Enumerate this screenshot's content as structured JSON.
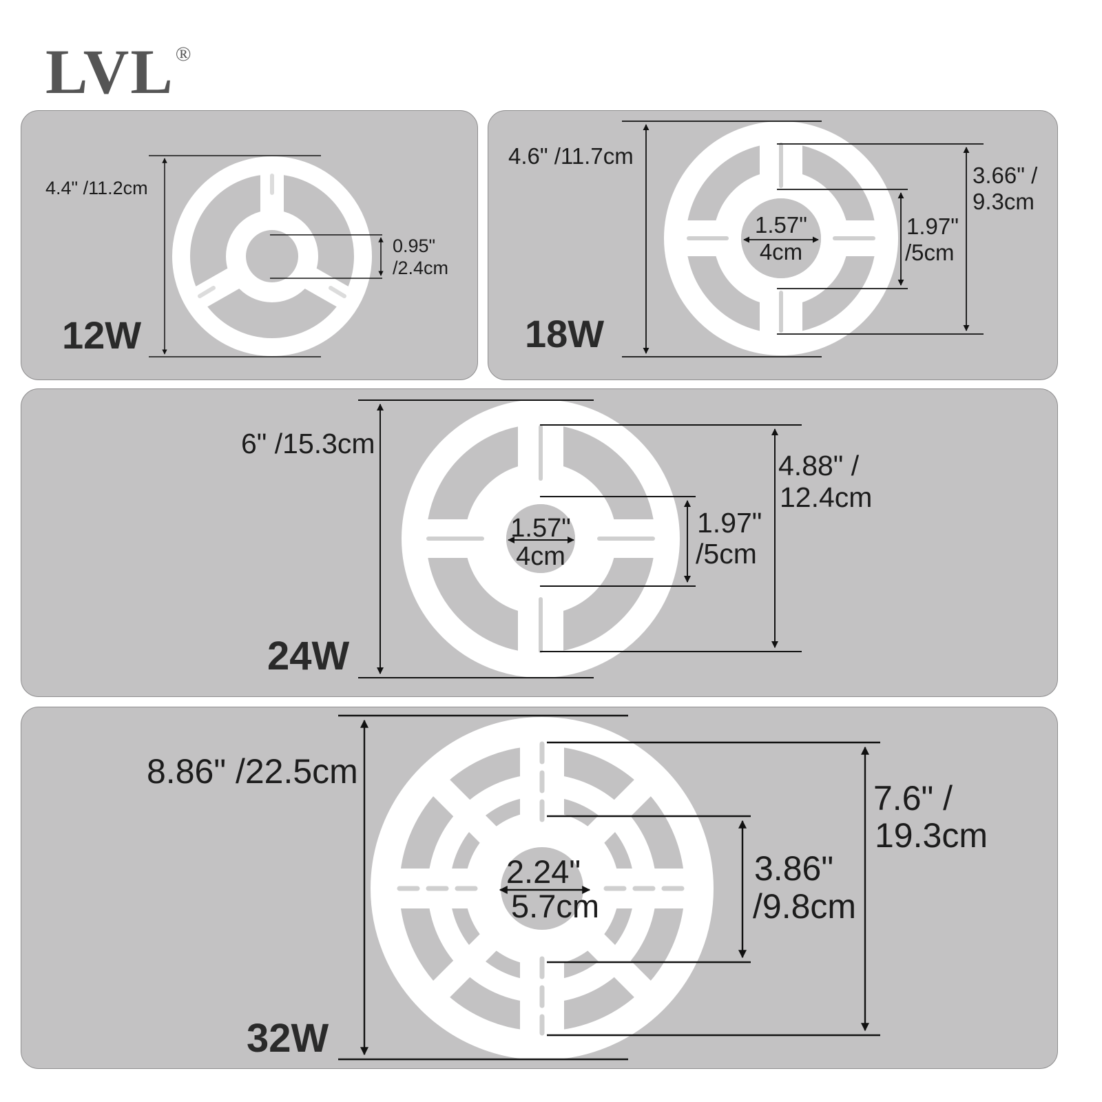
{
  "brand": {
    "logo_text": "LVL",
    "registered_mark": "®"
  },
  "panels": [
    {
      "id": "12w",
      "wattage": "12W",
      "dimensions": {
        "outer_diameter": "4.4\" /11.2cm",
        "center_hole_a": "0.95\"",
        "center_hole_b": "/2.4cm"
      }
    },
    {
      "id": "18w",
      "wattage": "18W",
      "dimensions": {
        "outer_diameter": "4.6\" /11.7cm",
        "inner_span_a": "3.66\" /",
        "inner_span_b": "9.3cm",
        "mount_span_a": "1.97\"",
        "mount_span_b": "/5cm",
        "center_hole_a": "1.57\"",
        "center_hole_b": "4cm"
      }
    },
    {
      "id": "24w",
      "wattage": "24W",
      "dimensions": {
        "outer_diameter": "6\" /15.3cm",
        "inner_span_a": "4.88\" /",
        "inner_span_b": "12.4cm",
        "mount_span_a": "1.97\"",
        "mount_span_b": "/5cm",
        "center_hole_a": "1.57\"",
        "center_hole_b": "4cm"
      }
    },
    {
      "id": "32w",
      "wattage": "32W",
      "dimensions": {
        "outer_diameter": "8.86\" /22.5cm",
        "inner_span_a": "7.6\" /",
        "inner_span_b": "19.3cm",
        "mount_span_a": "3.86\"",
        "mount_span_b": "/9.8cm",
        "center_hole_a": "2.24\"",
        "center_hole_b": "5.7cm"
      }
    }
  ],
  "colors": {
    "panel_bg": "#c3c2c3",
    "ring": "#ffffff",
    "line": "#111111"
  }
}
